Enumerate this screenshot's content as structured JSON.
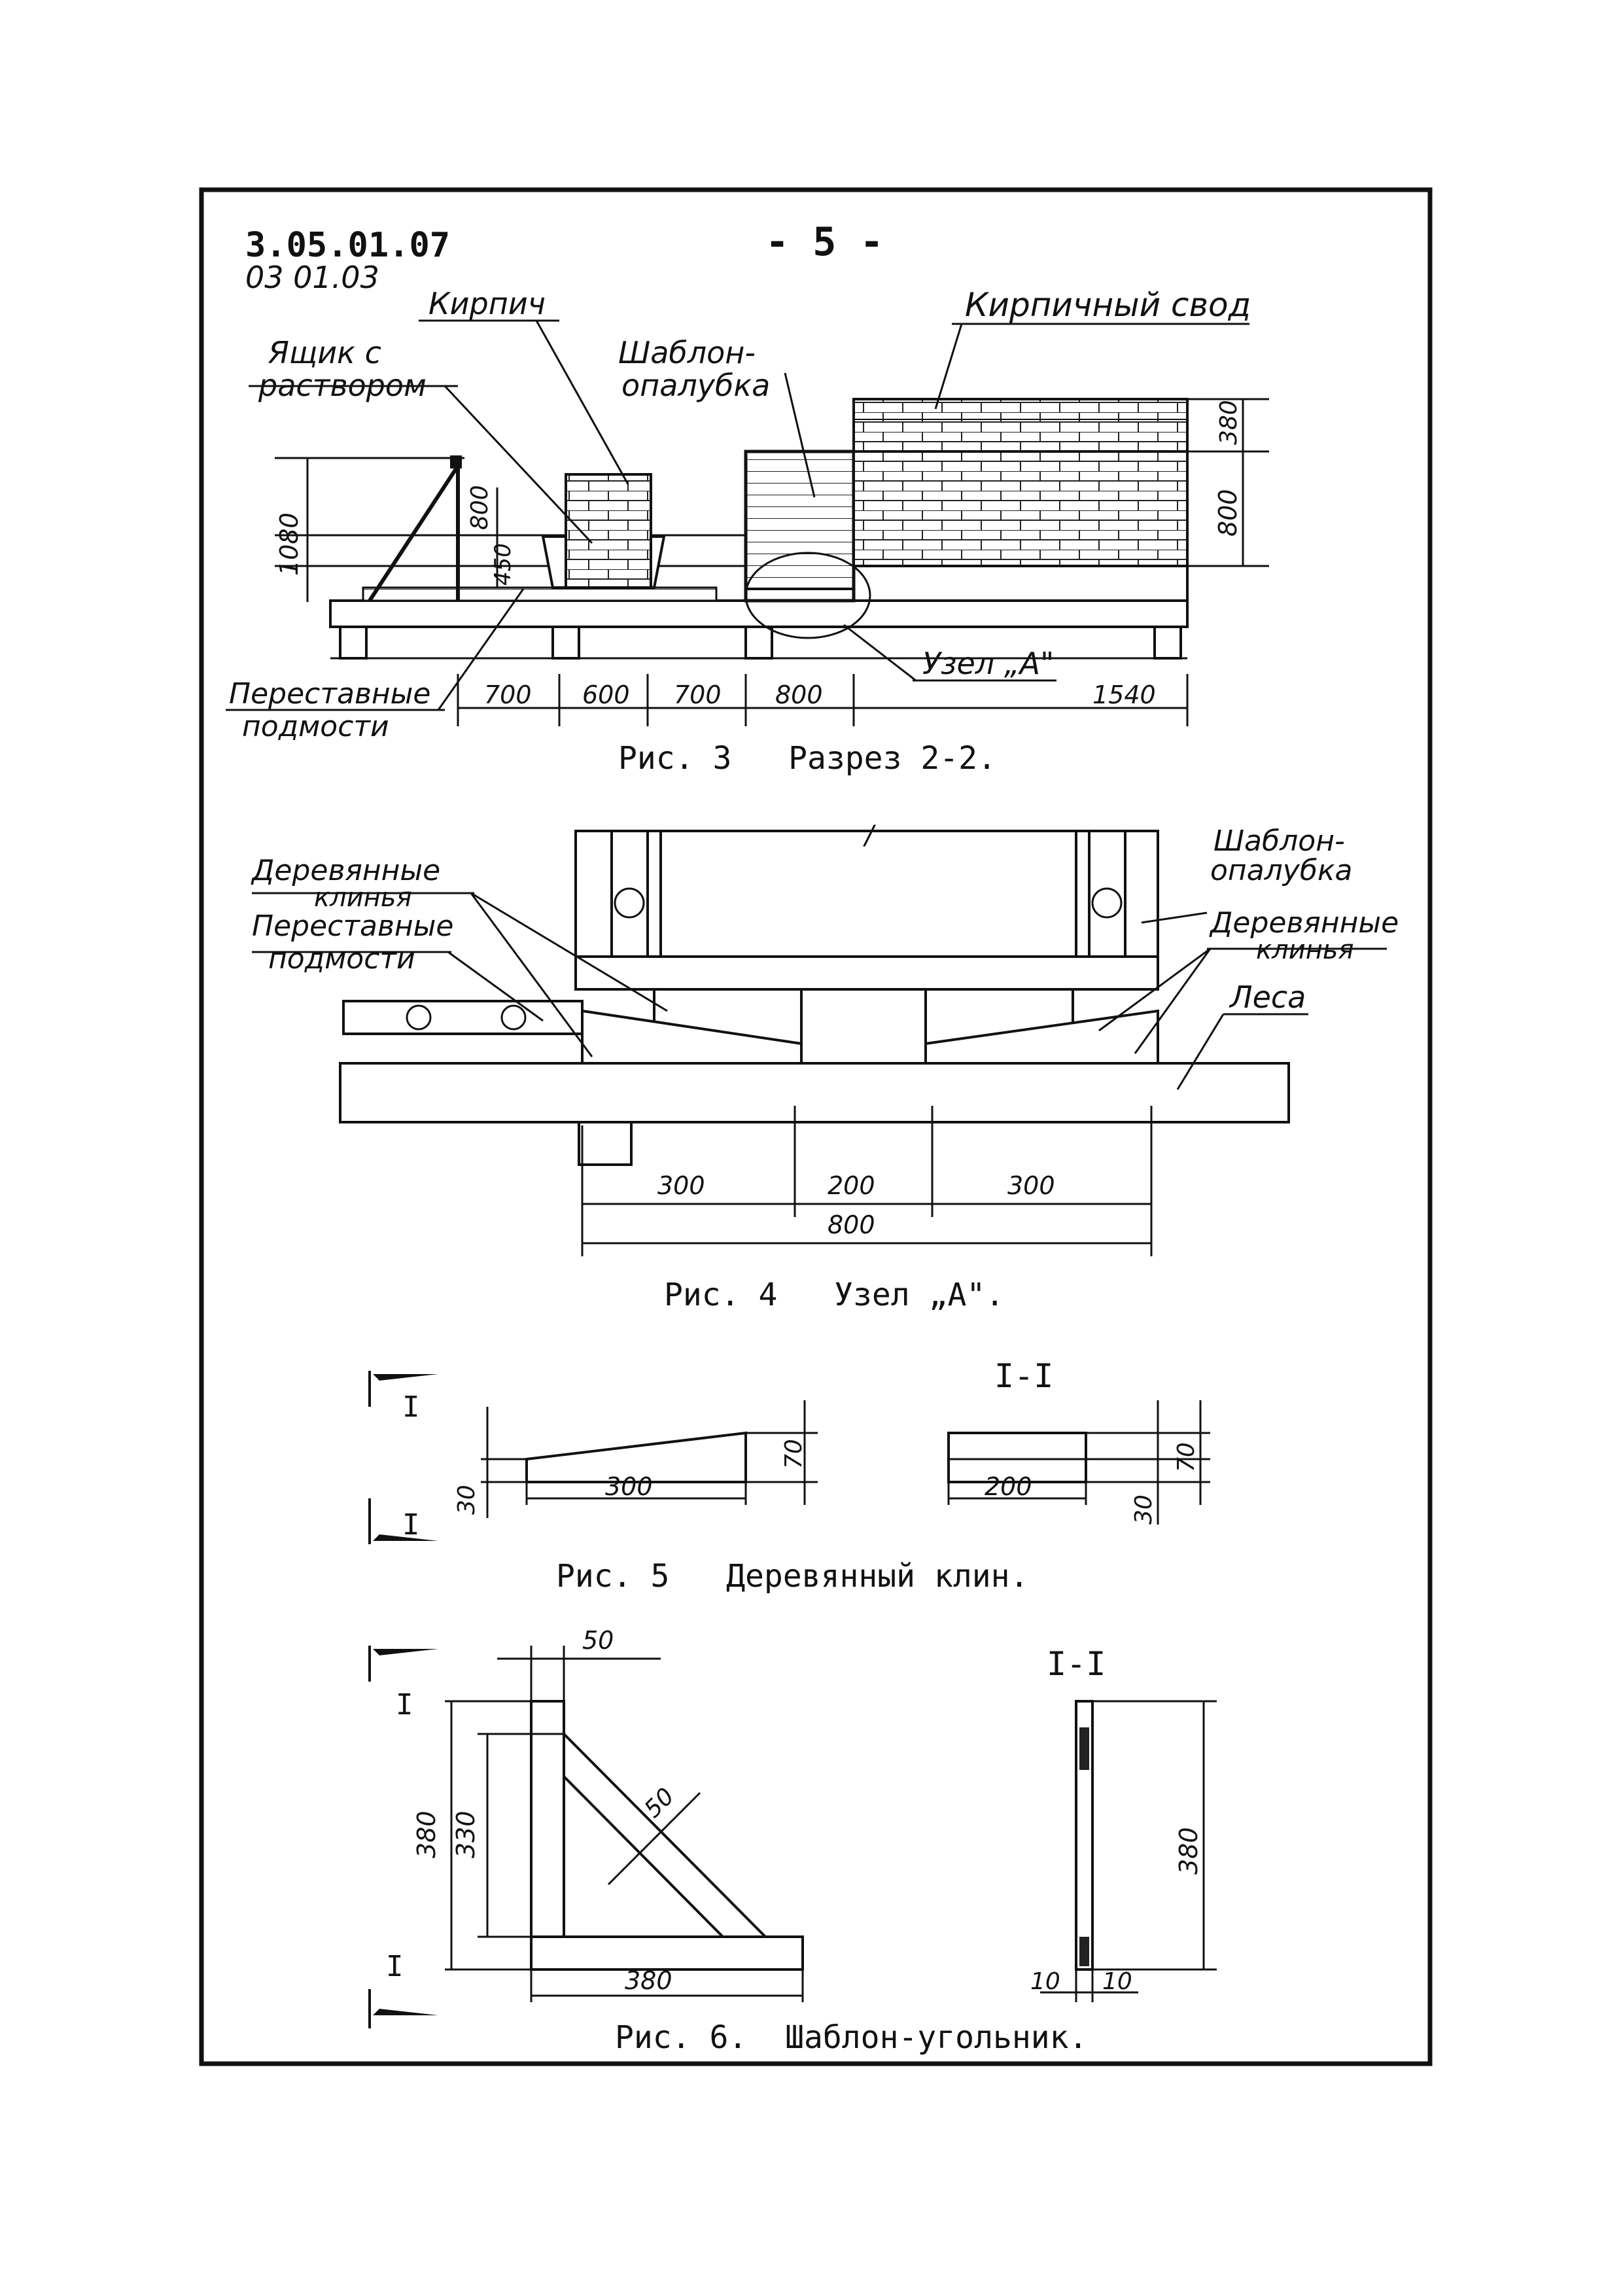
{
  "header": {
    "code_line1": "3.05.01.07",
    "code_line2": "03 01.03",
    "page_number": "- 5 -"
  },
  "fig3": {
    "label_brick": "Кирпич",
    "label_mortar_box": "Ящик с раствором",
    "label_template": "Шаблон-опалубка",
    "label_vault": "Кирпичный свод",
    "label_scaffold": "Переставные подмости",
    "label_node": "Узел „А\"",
    "dims": {
      "height_total": "1080",
      "height_stack": "800",
      "height_box": "450",
      "vault_height": "380",
      "wall_height": "800",
      "d1": "700",
      "d2": "600",
      "d3": "700",
      "d4": "800",
      "d5": "1540"
    },
    "caption": "Рис. 3   Разрез 2-2."
  },
  "fig4": {
    "label_wedges_left": "Деревянные клинья",
    "label_scaffold": "Переставные подмости",
    "label_template": "Шаблон-опалубка",
    "label_wedges_right": "Деревянные клинья",
    "label_forest": "Леса",
    "dims": {
      "a": "300",
      "b": "200",
      "c": "300",
      "total": "800"
    },
    "caption": "Рис. 4   Узел „А\"."
  },
  "fig5": {
    "section_mark": "I",
    "section_title": "I-I",
    "dims": {
      "length": "300",
      "h_low": "30",
      "h_high": "70",
      "width": "200",
      "s_h_high": "70",
      "s_h_low": "30"
    },
    "caption": "Рис. 5   Деревянный клин."
  },
  "fig6": {
    "section_mark": "I",
    "section_title": "I-I",
    "dims": {
      "top": "50",
      "diag": "50",
      "h_outer": "380",
      "h_inner": "330",
      "base": "380",
      "s_height": "380",
      "s_left": "10",
      "s_right": "10"
    },
    "caption": "Рис. 6.  Шаблон-угольник."
  }
}
